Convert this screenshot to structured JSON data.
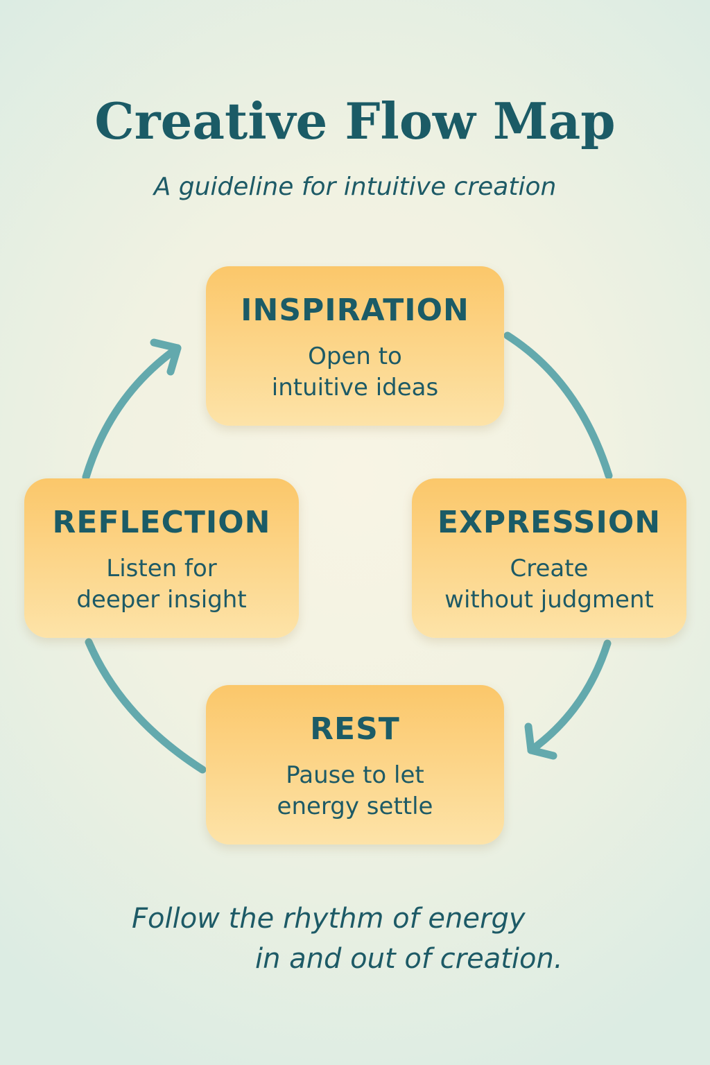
{
  "header": {
    "title": "Creative Flow Map",
    "subtitle": "A guideline for intuitive creation"
  },
  "stages": [
    {
      "name": "INSPIRATION",
      "description": "Open to\nintuitive ideas"
    },
    {
      "name": "EXPRESSION",
      "description": "Create\nwithout judgment"
    },
    {
      "name": "REST",
      "description": "Pause to let\nenergy settle"
    },
    {
      "name": "REFLECTION",
      "description": "Listen for\ndeeper insight"
    }
  ],
  "footer": {
    "line1": "Follow the rhythm of energy",
    "line2": "in and out of creation."
  },
  "colors": {
    "text": "#1b5b66",
    "arrow": "#63a9ad",
    "box_top": "#fbc76a",
    "box_bottom": "#fde3a8"
  }
}
